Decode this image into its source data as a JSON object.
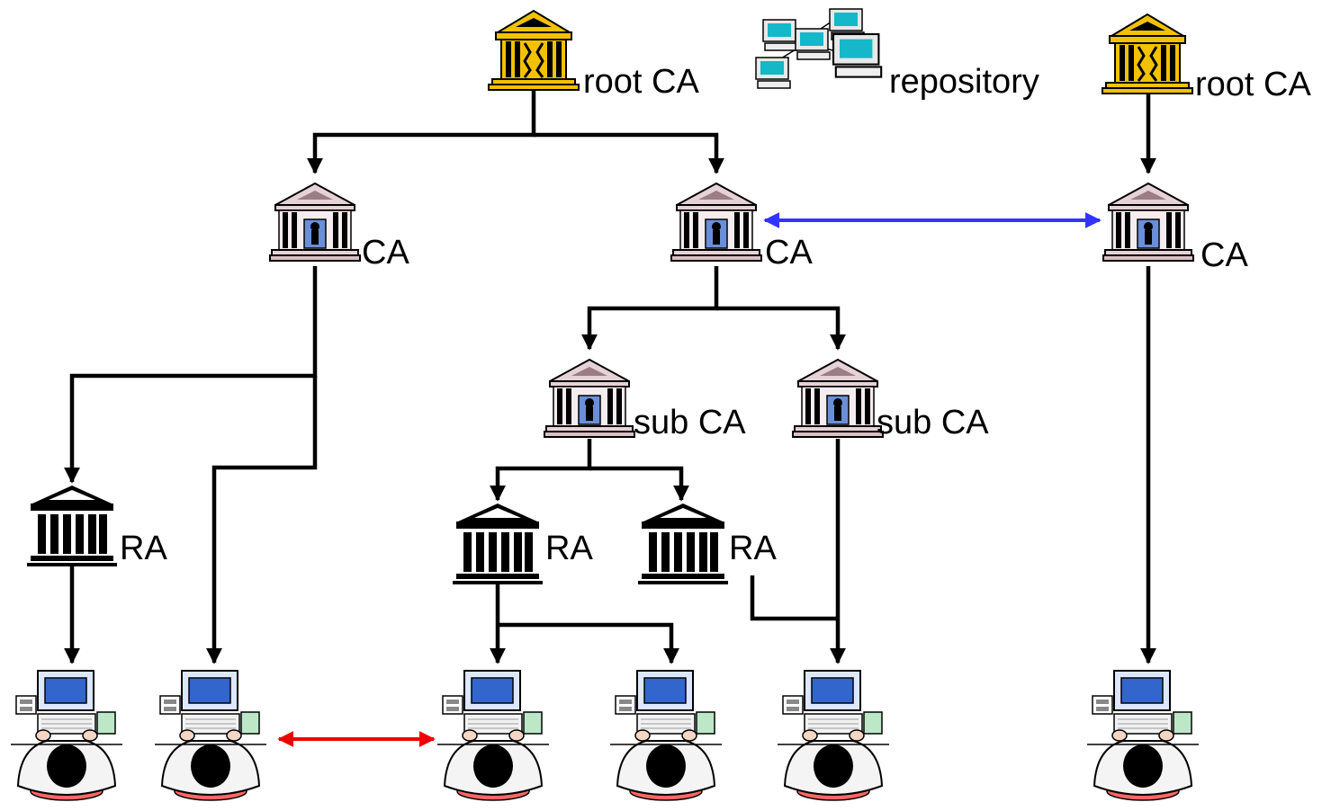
{
  "colors": {
    "background": "#ffffff",
    "connector": "#000000",
    "cross_certification": "#3333ff",
    "peer_link": "#ee0000",
    "root_ca_icon": "#f2c200",
    "ca_icon": "#e6d2d6",
    "ra_icon": "#000000",
    "monitor": "#3366cc"
  },
  "icons": {
    "root_ca": "gold-building-icon",
    "ca": "bank-building-icon",
    "ra": "columns-building-icon",
    "repository": "networked-computers-icon",
    "user": "person-at-computer-icon"
  },
  "labels": {
    "root_ca_left": "root CA",
    "repository": "repository",
    "root_ca_right": "root CA",
    "ca_left": "CA",
    "ca_middle": "CA",
    "ca_right": "CA",
    "sub_ca_left": "sub CA",
    "sub_ca_right": "sub CA",
    "ra_left": "RA",
    "ra_middle": "RA",
    "ra_right": "RA"
  }
}
